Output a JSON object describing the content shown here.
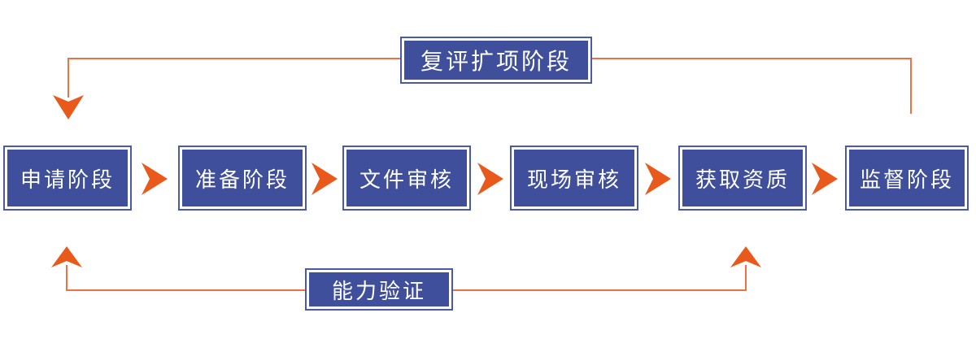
{
  "diagram": {
    "type": "flowchart",
    "flow": {
      "steps": [
        {
          "label": "申请阶段"
        },
        {
          "label": "准备阶段"
        },
        {
          "label": "文件审核"
        },
        {
          "label": "现场审核"
        },
        {
          "label": "获取资质"
        },
        {
          "label": "监督阶段"
        }
      ]
    },
    "loops": {
      "top": {
        "label": "复评扩项阶段",
        "from_step": "监督阶段",
        "to_step": "申请阶段"
      },
      "bottom": {
        "label": "能力验证",
        "points_to": [
          "申请阶段",
          "获取资质"
        ]
      }
    },
    "icons": {
      "flow_arrow": "chevron-right",
      "top_loop_arrow": "chevron-down",
      "bottom_loop_arrow": "chevron-up"
    },
    "colors": {
      "box_fill": "#3F4F9C",
      "box_border": "#4A5AA8",
      "box_text": "#FFFFFF",
      "arrow_fill": "#E8591B",
      "connector_line": "#F07040",
      "background": "#FFFFFF"
    }
  }
}
